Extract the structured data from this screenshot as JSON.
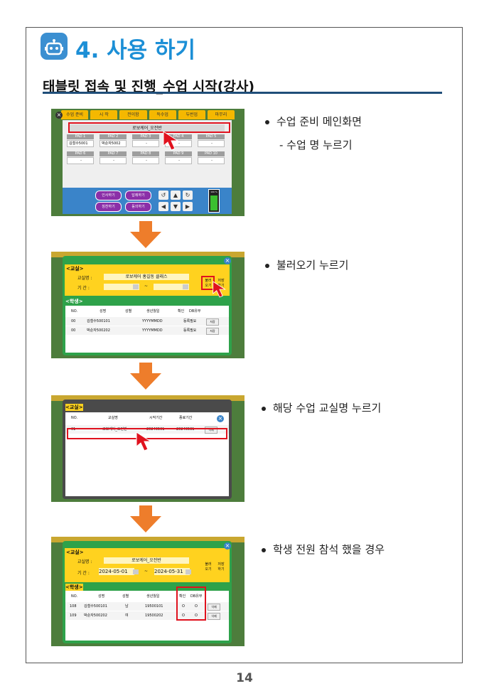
{
  "header": {
    "chapter_title": "4. 사용 하기",
    "subtitle": "태블릿 접속 및 진행_수업 시작(강사)"
  },
  "steps": [
    {
      "bullet": "수업 준비 메인화면",
      "sub_bullet": "- 수업 명 누르기"
    },
    {
      "bullet": "불러오기 누르기"
    },
    {
      "bullet": "해당 수업 교실명 누르기"
    },
    {
      "bullet": "학생 전원 참석 했을 경우"
    }
  ],
  "shot1": {
    "tabs": [
      "수업 준비",
      "시 작",
      "전이함",
      "득수업",
      "두번업",
      "마무리"
    ],
    "class_name": "로보케어_오전반",
    "pads": [
      {
        "label": "PAD 1",
        "value": "김철수5001"
      },
      {
        "label": "PAD 2",
        "value": "박순자5002"
      },
      {
        "label": "PAD 3",
        "value": "-"
      },
      {
        "label": "PAD 4",
        "value": "-"
      },
      {
        "label": "PAD 5",
        "value": "-"
      },
      {
        "label": "PAD 6",
        "value": "-"
      },
      {
        "label": "PAD 7",
        "value": "-"
      },
      {
        "label": "PAD 8",
        "value": "-"
      },
      {
        "label": "PAD 9",
        "value": "-"
      },
      {
        "label": "PAD 10",
        "value": "-"
      }
    ],
    "buttons": [
      "인사하기",
      "답례하기",
      "칭찬하기",
      "동의하기"
    ],
    "battery_label": "100 %"
  },
  "shot2": {
    "classroom_label": "<교실>",
    "classname_label": "교실명 :",
    "classname_value": "로보케어 홍길동 클래스",
    "period_label": "기 간 :",
    "period_sep": "~",
    "load_button": "불러 오기",
    "save_button": "저장 하기",
    "student_label": "<학생>",
    "columns": [
      "NO.",
      "성명",
      "성별",
      "생년월일",
      "확인",
      "DB유무"
    ],
    "rows": [
      {
        "no": "00",
        "name": "김철수500101",
        "birth": "YYYYMMDD",
        "db": "등록필요",
        "btn": "저장"
      },
      {
        "no": "00",
        "name": "박순자500202",
        "birth": "YYYYMMDD",
        "db": "등록필요",
        "btn": "저장"
      }
    ]
  },
  "shot3": {
    "classroom_label": "<교실>",
    "columns": [
      "NO.",
      "교실명",
      "시작기간",
      "종료기간"
    ],
    "rows": [
      {
        "no": "01",
        "name": "로보케어_오전반",
        "start": "20240501",
        "end": "20240531",
        "btn": "삭제"
      }
    ]
  },
  "shot4": {
    "classroom_label": "<교실>",
    "classname_label": "교실명 :",
    "classname_value": "로보케어_오전반",
    "period_label": "기 간 :",
    "period_start": "2024-05-01",
    "period_sep": "~",
    "period_end": "2024-05-31",
    "load_button": "불러 오기",
    "save_button": "저장 하기",
    "student_label": "<학생>",
    "columns": [
      "NO.",
      "성명",
      "성별",
      "생년월일",
      "확인",
      "DB유무"
    ],
    "rows": [
      {
        "no": "108",
        "name": "김철수500101",
        "gender": "남",
        "birth": "19500101",
        "check": "O",
        "db": "O",
        "btn": "삭제"
      },
      {
        "no": "109",
        "name": "박순자500202",
        "gender": "여",
        "birth": "19500202",
        "check": "O",
        "db": "O",
        "btn": "삭제"
      }
    ]
  },
  "footer": {
    "page_number": "14"
  },
  "colors": {
    "accent": "#1c8fd6",
    "arrow": "#ee7d2b",
    "highlight": "#e0121e",
    "rule": "#1f4e79"
  }
}
